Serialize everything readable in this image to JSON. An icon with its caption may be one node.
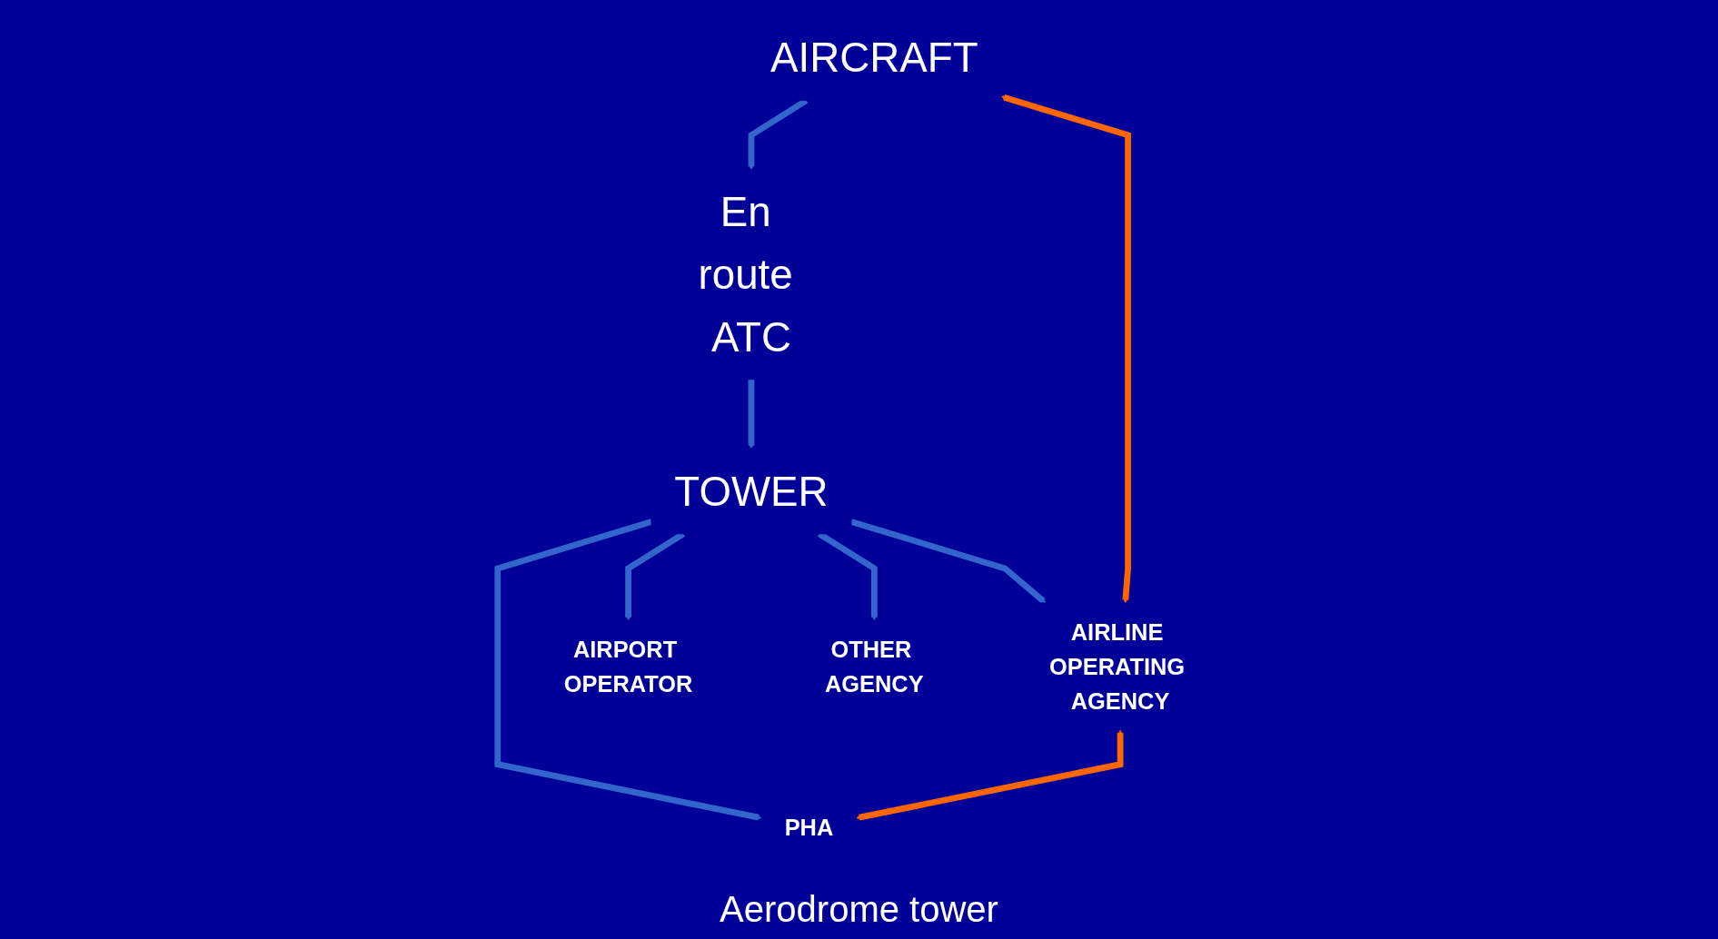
{
  "diagram": {
    "nodes": [
      {
        "text": [
          "AIRCRAFT"
        ]
      },
      {
        "text": [
          "PHA"
        ]
      },
      {
        "text": [
          "AIRPORT OPERATOR"
        ]
      },
      {
        "text": [
          "OTHER AGENCY"
        ]
      },
      {
        "text": [
          "AIRLINE OPERATING AGENCY"
        ]
      },
      {
        "text": [
          "En route ATC"
        ]
      },
      {
        "text": [
          "TOWER"
        ]
      }
    ],
    "edges": [
      {
        "from": 0,
        "to": 5,
        "arrow": "to"
      },
      {
        "from": 0,
        "to": 4,
        "arrow": "both",
        "color": "#ff6600"
      },
      {
        "from": 4,
        "to": 1,
        "arrow": "both",
        "color": "#ff6600"
      },
      {
        "from": 6,
        "to": 1,
        "arrow": "to"
      },
      {
        "from": 6,
        "to": 2,
        "arrow": "to"
      },
      {
        "from": 6,
        "to": 3,
        "arrow": "to"
      },
      {
        "from": 6,
        "to": 4,
        "arrow": "to"
      },
      {
        "from": 5,
        "to": 6,
        "arrow": "to"
      }
    ],
    "labels": [
      "Aerodrome tower"
    ]
  }
}
